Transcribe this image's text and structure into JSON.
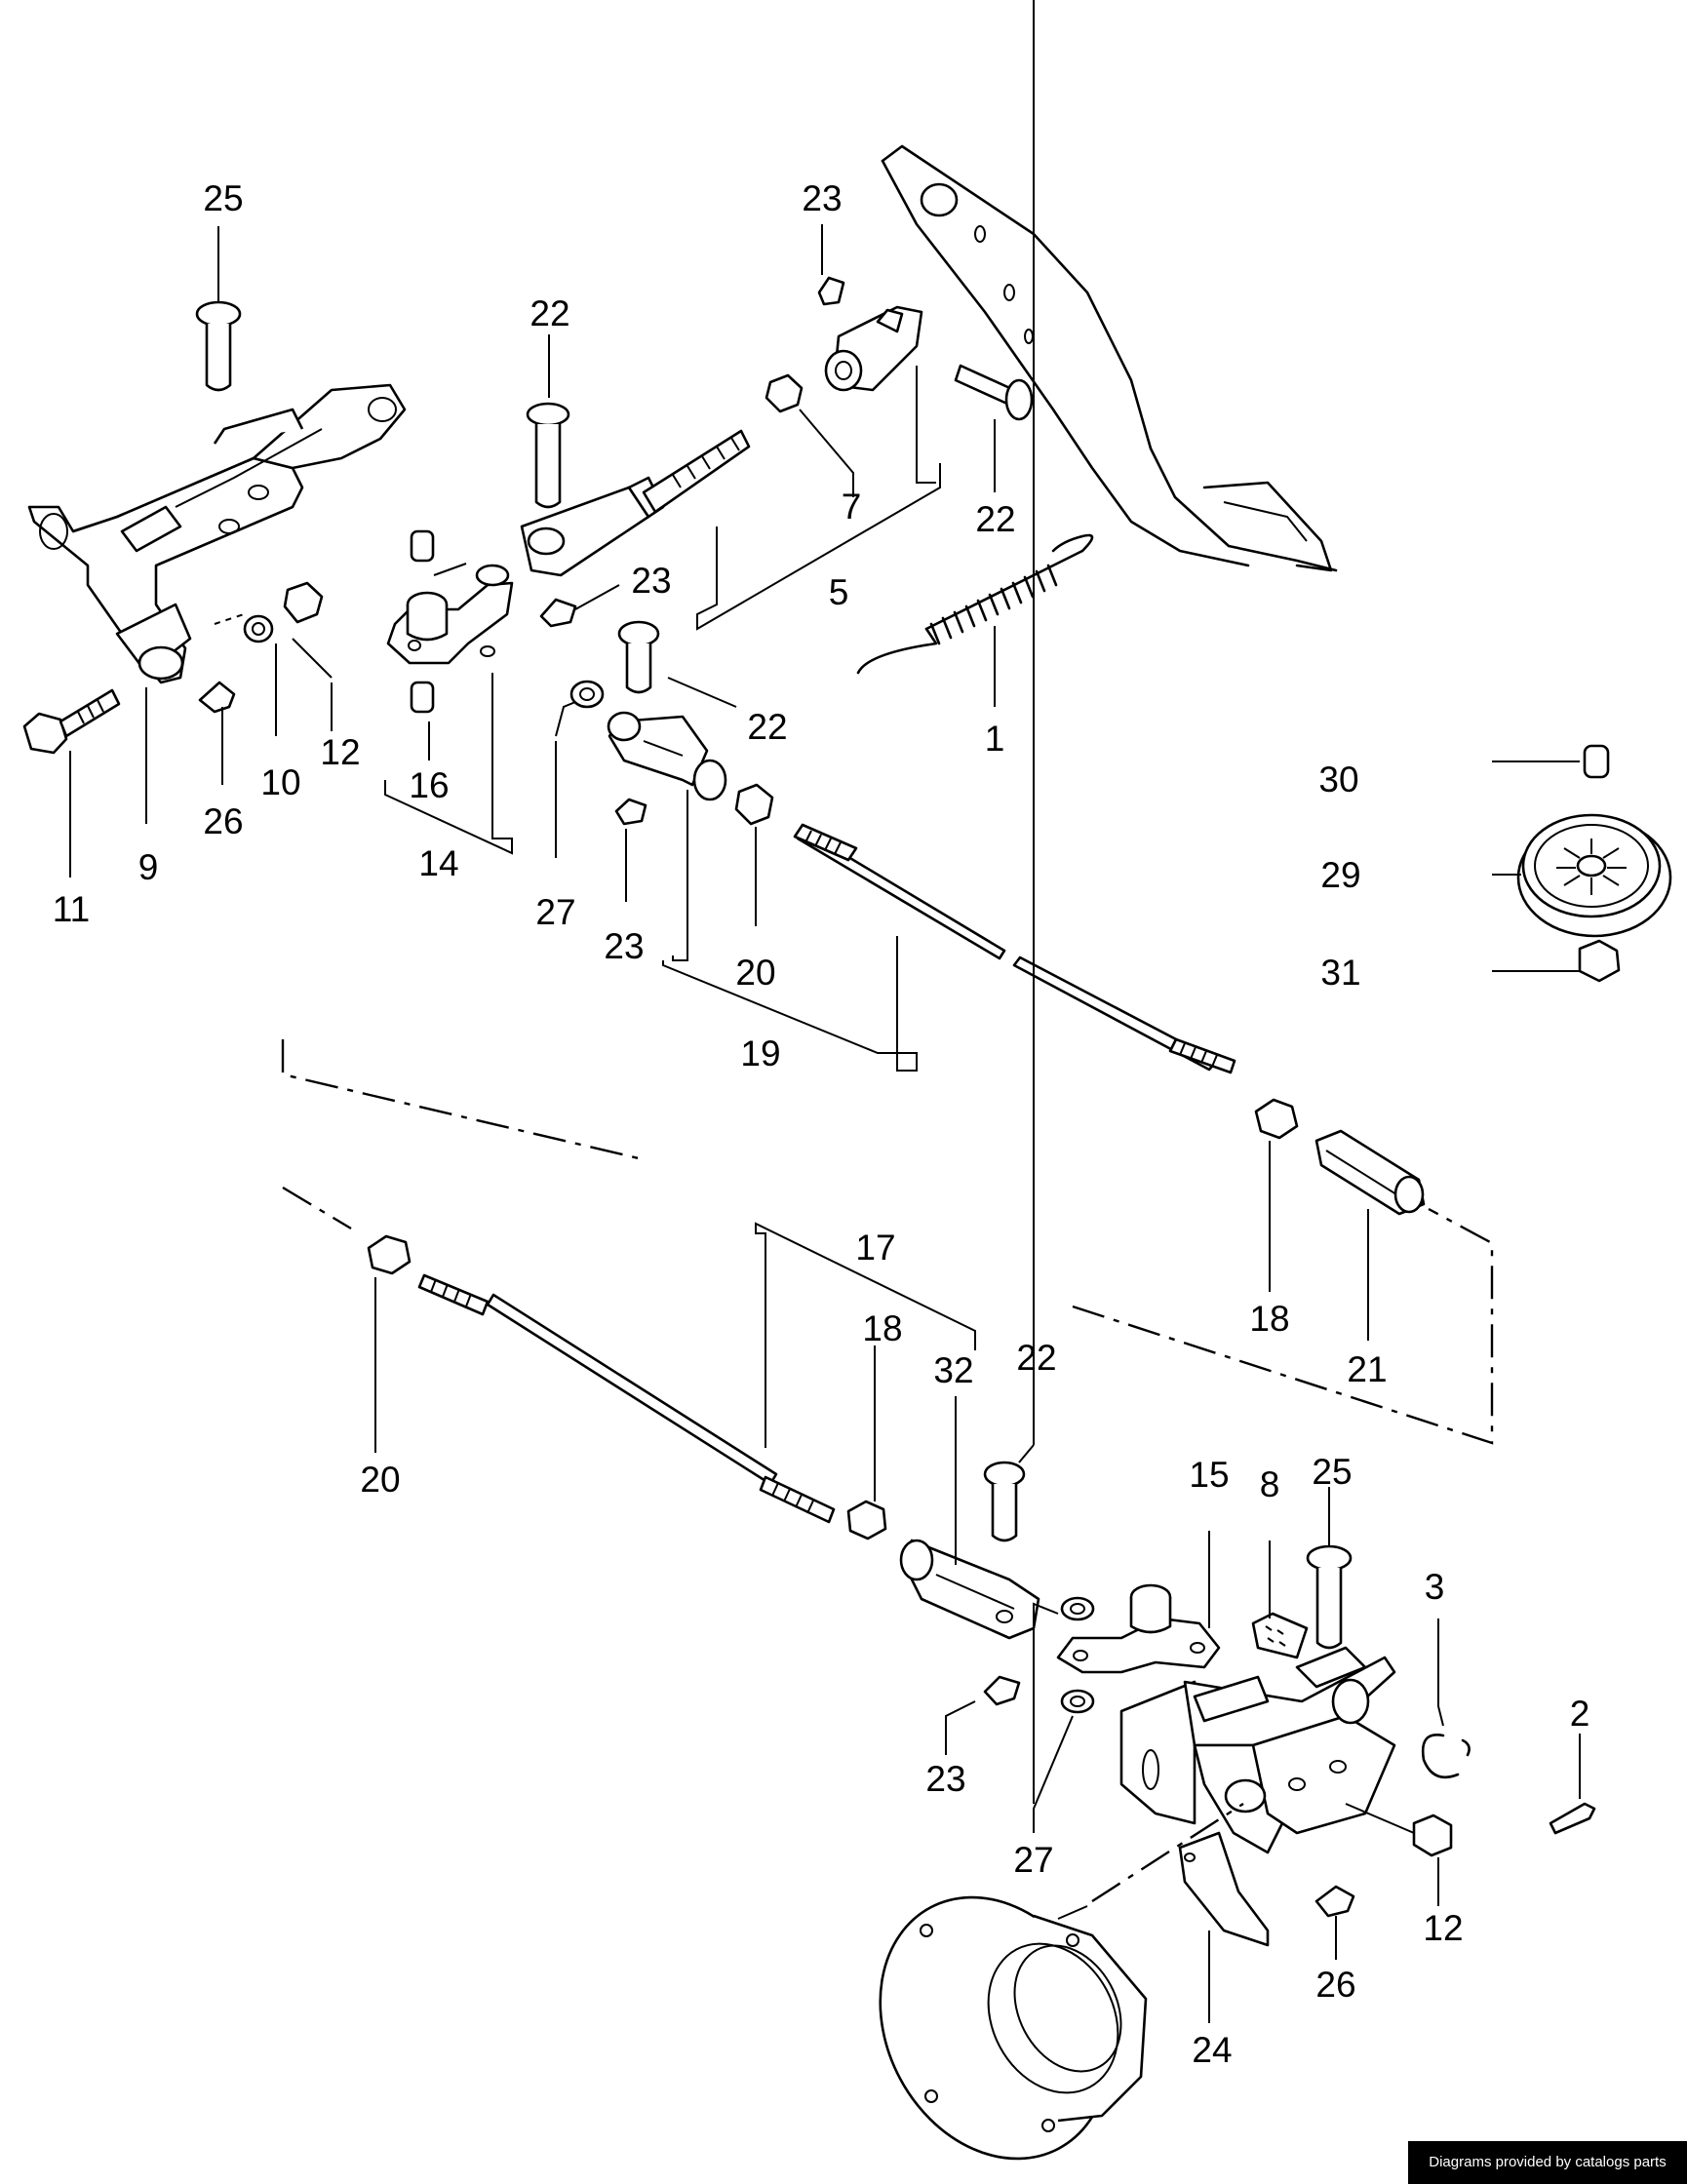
{
  "diagram": {
    "labels": [
      "25",
      "22",
      "23",
      "5",
      "7",
      "22",
      "1",
      "23",
      "22",
      "12",
      "10",
      "9",
      "26",
      "11",
      "16",
      "14",
      "27",
      "23",
      "20",
      "19",
      "30",
      "29",
      "31",
      "18",
      "21",
      "17",
      "20",
      "18",
      "32",
      "22",
      "15",
      "8",
      "25",
      "3",
      "2",
      "23",
      "27",
      "12",
      "26",
      "24"
    ]
  },
  "footer": {
    "credit": "Diagrams provided by catalogs parts"
  }
}
